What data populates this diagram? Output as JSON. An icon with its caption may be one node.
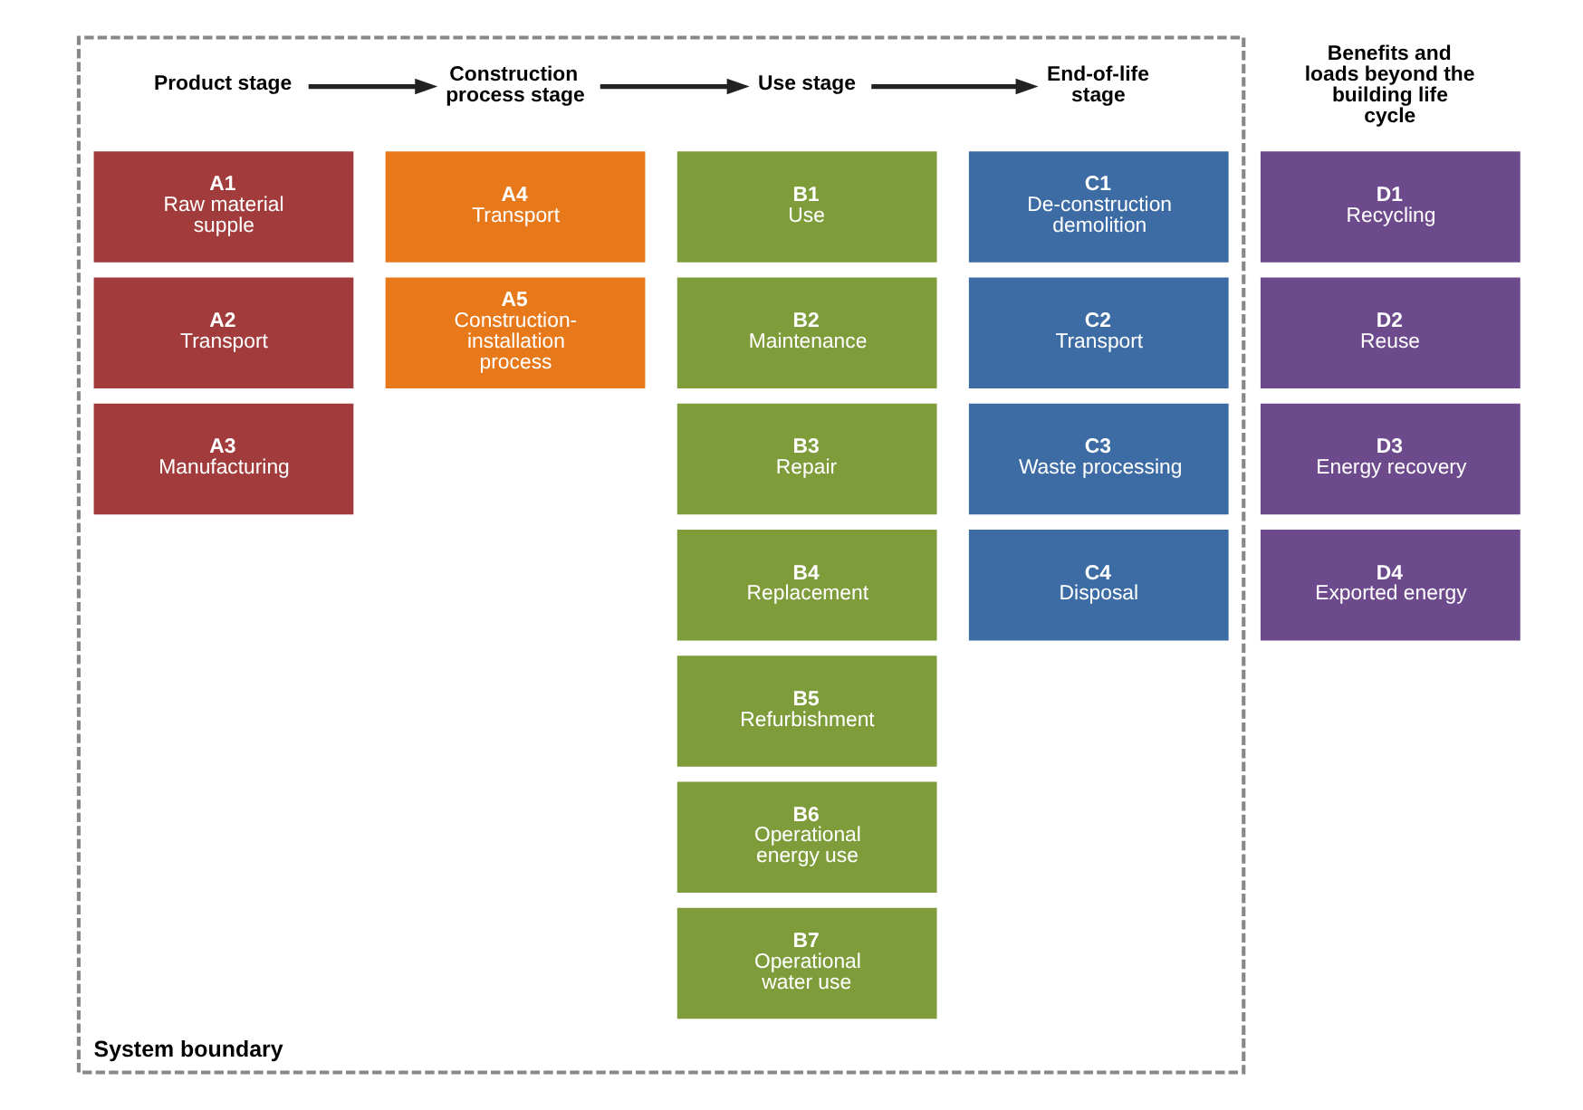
{
  "diagram": {
    "nodes": [
      {
        "text": [
          "System boundary"
        ]
      },
      {
        "text": [
          "Product stage"
        ],
        "in": 0
      },
      {
        "text": [
          "A1",
          "Raw material supple"
        ],
        "in": 0
      },
      {
        "text": [
          "A2",
          "Transport"
        ],
        "in": 0
      },
      {
        "text": [
          "A3",
          "Manufacturing"
        ],
        "in": 0
      },
      {
        "text": [
          "Construction process stage"
        ],
        "in": 0
      },
      {
        "text": [
          "A4",
          "Transport"
        ],
        "in": 0
      },
      {
        "text": [
          "A5",
          "Construction-installation process"
        ],
        "in": 0
      },
      {
        "text": [
          "Use stage"
        ],
        "in": 0
      },
      {
        "text": [
          "B1",
          "Use"
        ],
        "in": 0
      },
      {
        "text": [
          "B2",
          "Maintenance"
        ],
        "in": 0
      },
      {
        "text": [
          "B3",
          "Repair"
        ],
        "in": 0
      },
      {
        "text": [
          "B4",
          "Replacement"
        ],
        "in": 0
      },
      {
        "text": [
          "B5",
          "Refurbishment"
        ],
        "in": 0
      },
      {
        "text": [
          "B6",
          "Operational energy use"
        ],
        "in": 0
      },
      {
        "text": [
          "B7",
          "Operational water use"
        ],
        "in": 0
      },
      {
        "text": [
          "End-of-life stage"
        ],
        "in": 0
      },
      {
        "text": [
          "C1",
          "De-construction demolition"
        ],
        "in": 0
      },
      {
        "text": [
          "C2",
          "Transport"
        ],
        "in": 0
      },
      {
        "text": [
          "C3",
          "Waste processing"
        ],
        "in": 0
      },
      {
        "text": [
          "C4",
          "Disposal"
        ],
        "in": 0
      },
      {
        "text": [
          "D1",
          "Recycling"
        ]
      },
      {
        "text": [
          "D2",
          "Reuse"
        ]
      },
      {
        "text": [
          "D3",
          "Energy recovery"
        ]
      },
      {
        "text": [
          "D4",
          "Exported energy"
        ]
      }
    ],
    "edges": [
      {
        "from": 1,
        "to": 5,
        "arrow": "to"
      },
      {
        "from": 5,
        "to": 8,
        "arrow": "to"
      },
      {
        "from": 8,
        "to": 16,
        "arrow": "to"
      }
    ],
    "labels": [
      "Benefits and loads beyond the building life cycle"
    ]
  }
}
